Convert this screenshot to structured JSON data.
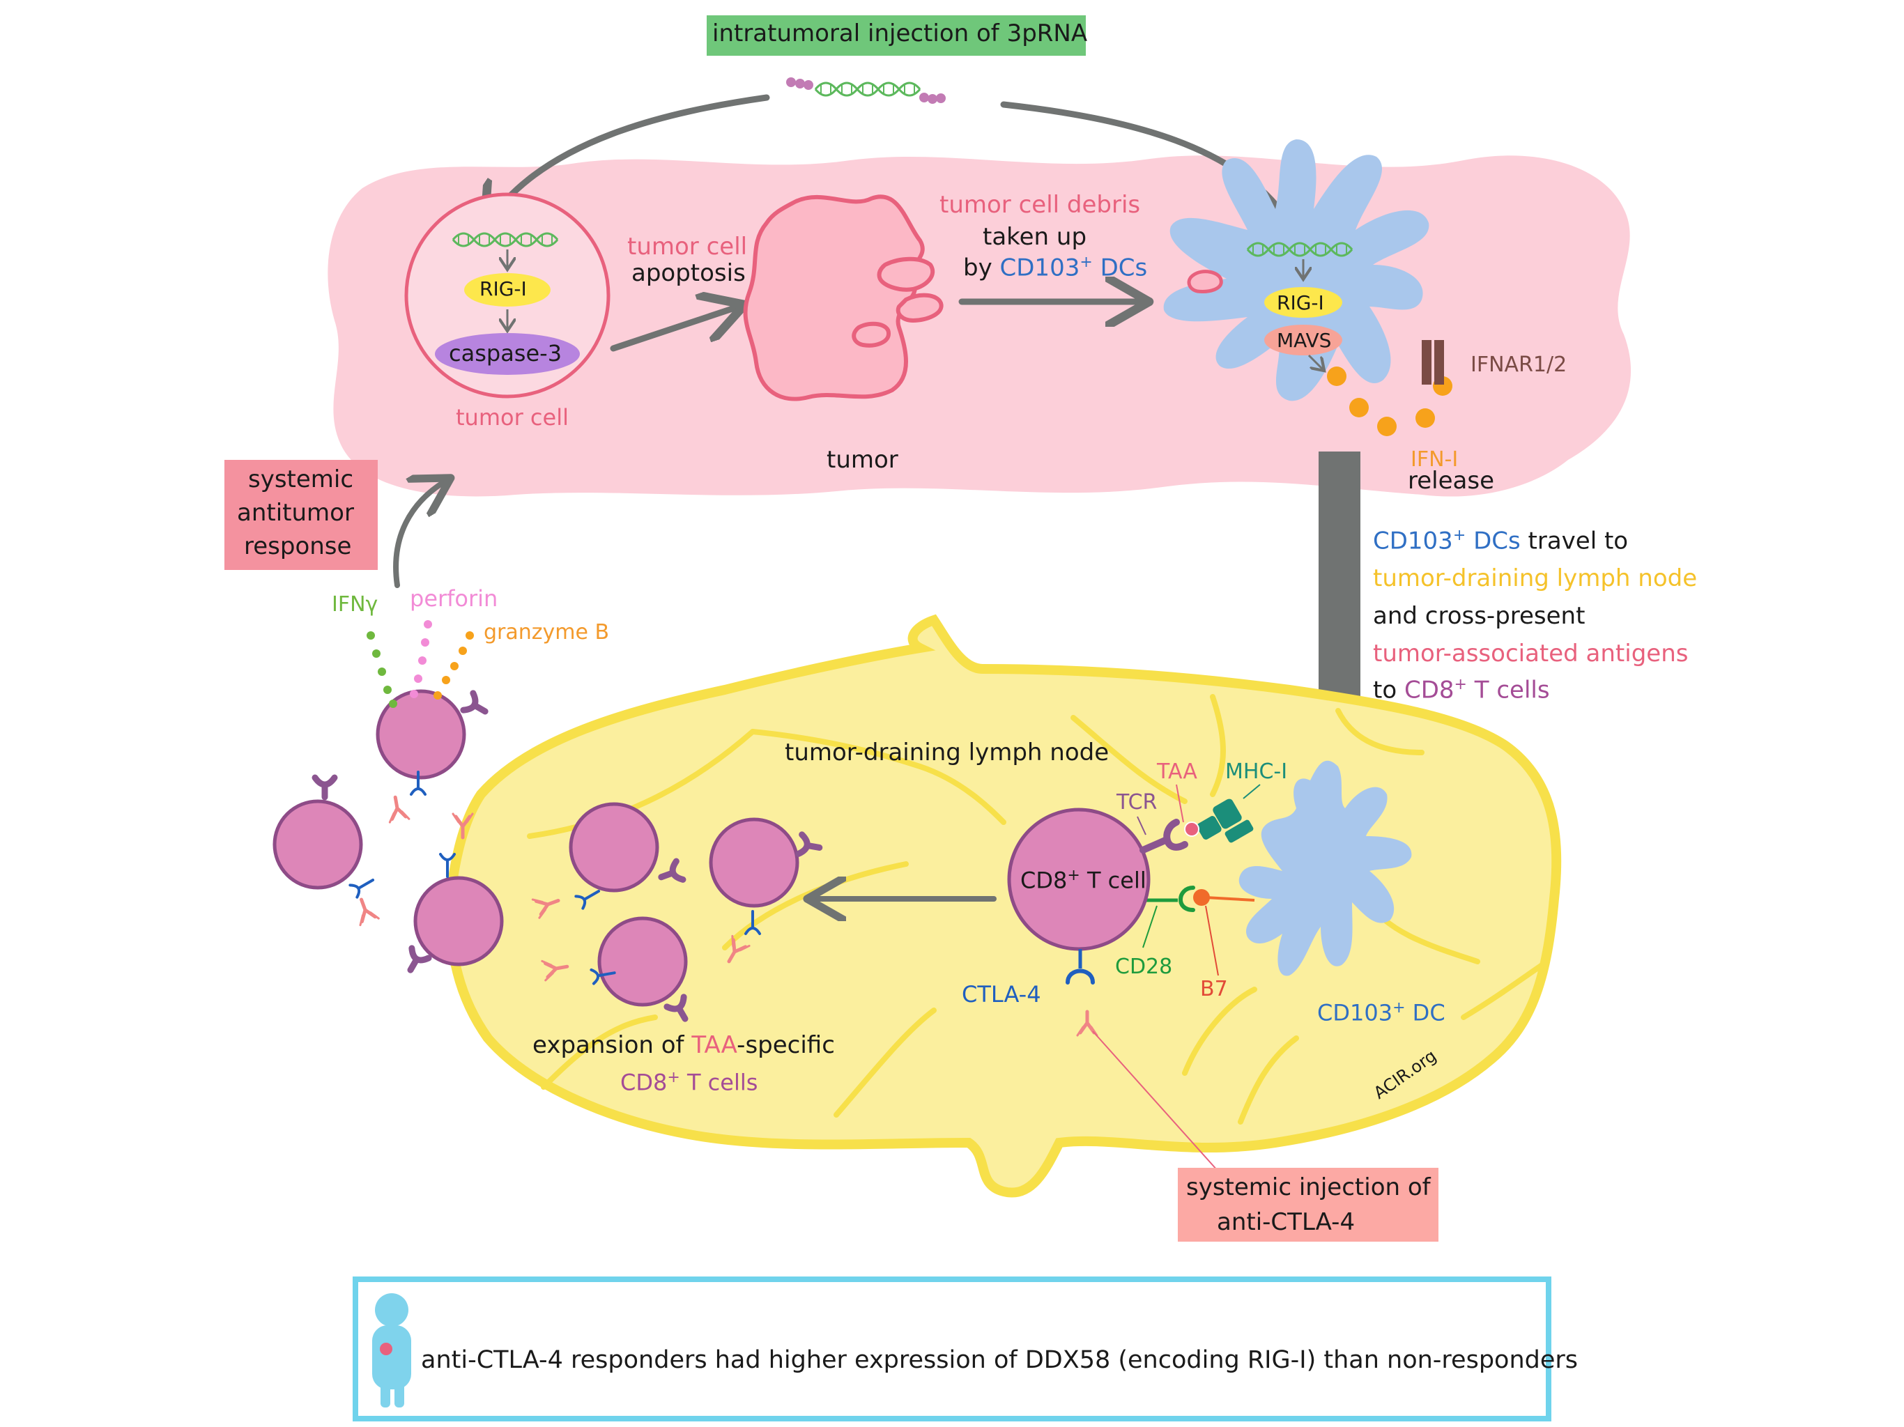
{
  "colors": {
    "tumor_bg": "#fccfd9",
    "tumor_outline": "#e8617d",
    "rna_green": "#5cb85c",
    "rna_purple": "#c27bb4",
    "rigi_yellow": "#fde74c",
    "caspase_purple": "#b784df",
    "dc_blue": "#a9c7ec",
    "mavs_salmon": "#f7a397",
    "ifn_orange": "#f7a21b",
    "ifnar_brown": "#7a4b45",
    "node_yellow": "#fbef9e",
    "node_outline": "#f7e04a",
    "tcell_pink": "#dd86b8",
    "tcell_outline": "#8e4b87",
    "tcr_purple": "#8b5590",
    "ctla4_blue": "#1f5fbf",
    "antibody_salmon": "#f08585",
    "cd28_green": "#1e9b3d",
    "b7_orange": "#f06b2a",
    "mhc_teal": "#1b8e7a",
    "arrow_gray": "#707372",
    "header_green_bg": "#6fc77a",
    "response_pink_bg": "#f4929f",
    "injection_pink_bg": "#fca9a4",
    "footer_border": "#6fd3ec",
    "text_pink": "#e8617d",
    "text_blue": "#2f6fc4",
    "text_yellow": "#f5c22a",
    "text_purple": "#a44c96",
    "text_orange": "#f39a2c",
    "text_lightpink": "#f28bd6",
    "text_green": "#6fb83e",
    "text_red": "#e24a37"
  },
  "header": {
    "injection_3prna": "intratumoral injection of 3pRNA"
  },
  "tumor": {
    "label": "tumor",
    "tumor_cell_label": "tumor cell",
    "rigi": "RIG-I",
    "caspase3": "caspase-3",
    "apoptosis_line1": "tumor cell",
    "apoptosis_line2": "apoptosis",
    "debris_line1": "tumor cell debris",
    "debris_line2": "taken up",
    "debris_line3_prefix": "by ",
    "debris_line3_cd": "CD103",
    "debris_line3_sup": "+",
    "debris_line3_suffix": " DCs",
    "dc_rigi": "RIG-I",
    "dc_mavs": "MAVS",
    "ifnar": "IFNAR1/2",
    "ifn_line1": "IFN-I",
    "ifn_line2": "release"
  },
  "travel": {
    "line1_cd": "CD103",
    "line1_sup": "+",
    "line1_dcs": " DCs",
    "line1_rest": " travel to",
    "line2": "tumor-draining lymph node",
    "line3": "and cross-present",
    "line4": "tumor-associated antigens",
    "line5_to": "to ",
    "line5_cd8": "CD8",
    "line5_sup": "+",
    "line5_rest": " T cells"
  },
  "response": {
    "box_line1": "systemic",
    "box_line2": "antitumor",
    "box_line3": "response",
    "ifng": "IFNγ",
    "perforin": "perforin",
    "granzyme": "granzyme B"
  },
  "lymph_node": {
    "label": "tumor-draining lymph node",
    "taa": "TAA",
    "mhc": "MHC-I",
    "tcr": "TCR",
    "cd8_cell_main": "CD8",
    "cd8_cell_sup": "+",
    "cd8_cell_rest": " T cell",
    "cd28": "CD28",
    "b7": "B7",
    "ctla4": "CTLA-4",
    "dc_label_main": "CD103",
    "dc_label_sup": "+",
    "dc_label_rest": " DC",
    "expansion_line1_pre": "expansion of ",
    "expansion_line1_taa": "TAA",
    "expansion_line1_post": "-specific",
    "expansion_line2_main": "CD8",
    "expansion_line2_sup": "+",
    "expansion_line2_rest": " T cells",
    "watermark": "ACIR.org"
  },
  "injection": {
    "line1": "systemic injection of",
    "line2": "anti-CTLA-4"
  },
  "footer": {
    "text": "anti-CTLA-4 responders had higher expression of DDX58 (encoding RIG-I) than non-responders"
  }
}
